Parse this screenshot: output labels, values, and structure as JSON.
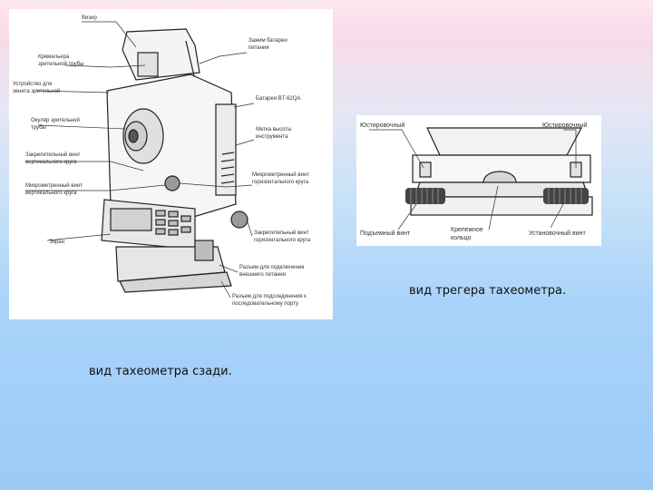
{
  "slide": {
    "caption_right": "вид трегера тахеометра.",
    "caption_left": "вид тахеометра сзади."
  },
  "rear_diagram": {
    "labels": {
      "sight": "Визир",
      "battery_clamp_1": "Зажим батареи",
      "battery_clamp_2": "питания",
      "rack_1": "Кремальера",
      "rack_2": "зрительной трубы",
      "zenith_1": "Устройство для",
      "zenith_2": "зенита зрительной",
      "battery": "Батарея BT-62QA",
      "eyepiece_1": "Окуляр зрительной",
      "eyepiece_2": "трубы",
      "height_mark_1": "Метка высоты",
      "height_mark_2": "инструмента",
      "v_clamp_1": "Закрепительный винт",
      "v_clamp_2": "вертикального круга",
      "h_micro_1": "Микрометренный винт",
      "h_micro_2": "горизонтального круга",
      "v_micro_1": "Микрометренный винт",
      "v_micro_2": "вертикального круга",
      "screen": "Экран",
      "h_clamp_1": "Закрепительный винт",
      "h_clamp_2": "горизонтального круга",
      "ext_power_1": "Разъем для подключения",
      "ext_power_2": "внешнего питания",
      "pc_port_1": "Разъем для подсоединения к",
      "pc_port_2": "последовательному порту"
    }
  },
  "tribrach_diagram": {
    "labels": {
      "adjust_left": "Юстировочный",
      "adjust_right": "Юстировочный",
      "lift_screw": "Подъемный винт",
      "fix_ring_1": "Крепежное",
      "fix_ring_2": "кольцо",
      "leveling_screw": "Установочный винт"
    }
  },
  "colors": {
    "line": "#1a1a1a",
    "panel": "#ffffff"
  }
}
